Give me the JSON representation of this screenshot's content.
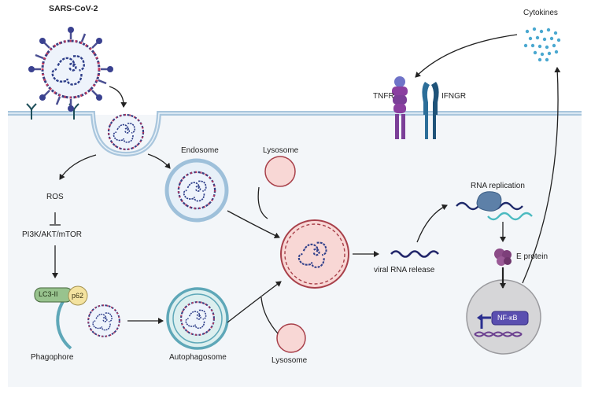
{
  "labels": {
    "virus": "SARS-CoV-2",
    "cytokines": "Cytokines",
    "tnfr": "TNFR",
    "ifngr": "IFNGR",
    "endosome": "Endosome",
    "lysosome_top": "Lysosome",
    "lysosome_bottom": "Lysosome",
    "ros": "ROS",
    "pi3k": "PI3K/AKT/mTOR",
    "lc3": "LC3-II",
    "p62": "p62",
    "phagophore": "Phagophore",
    "autophagosome": "Autophagosome",
    "rna_replication": "RNA replication",
    "viral_rna_release": "viral RNA release",
    "e_protein": "E protein",
    "nfkb": "NF-κB"
  },
  "colors": {
    "membrane": "#a9c6dd",
    "cytoplasm": "#f3f6f9",
    "virus_purple": "#2f3f8a",
    "virus_red": "#c0385d",
    "lysosome_fill": "#f8d7d5",
    "lysosome_stroke": "#a8404a",
    "tnfr": "#7b3f98",
    "ifngr": "#2c6e99",
    "protein_purple": "#5b4d9a",
    "nucleus": "#d6d6d8"
  }
}
